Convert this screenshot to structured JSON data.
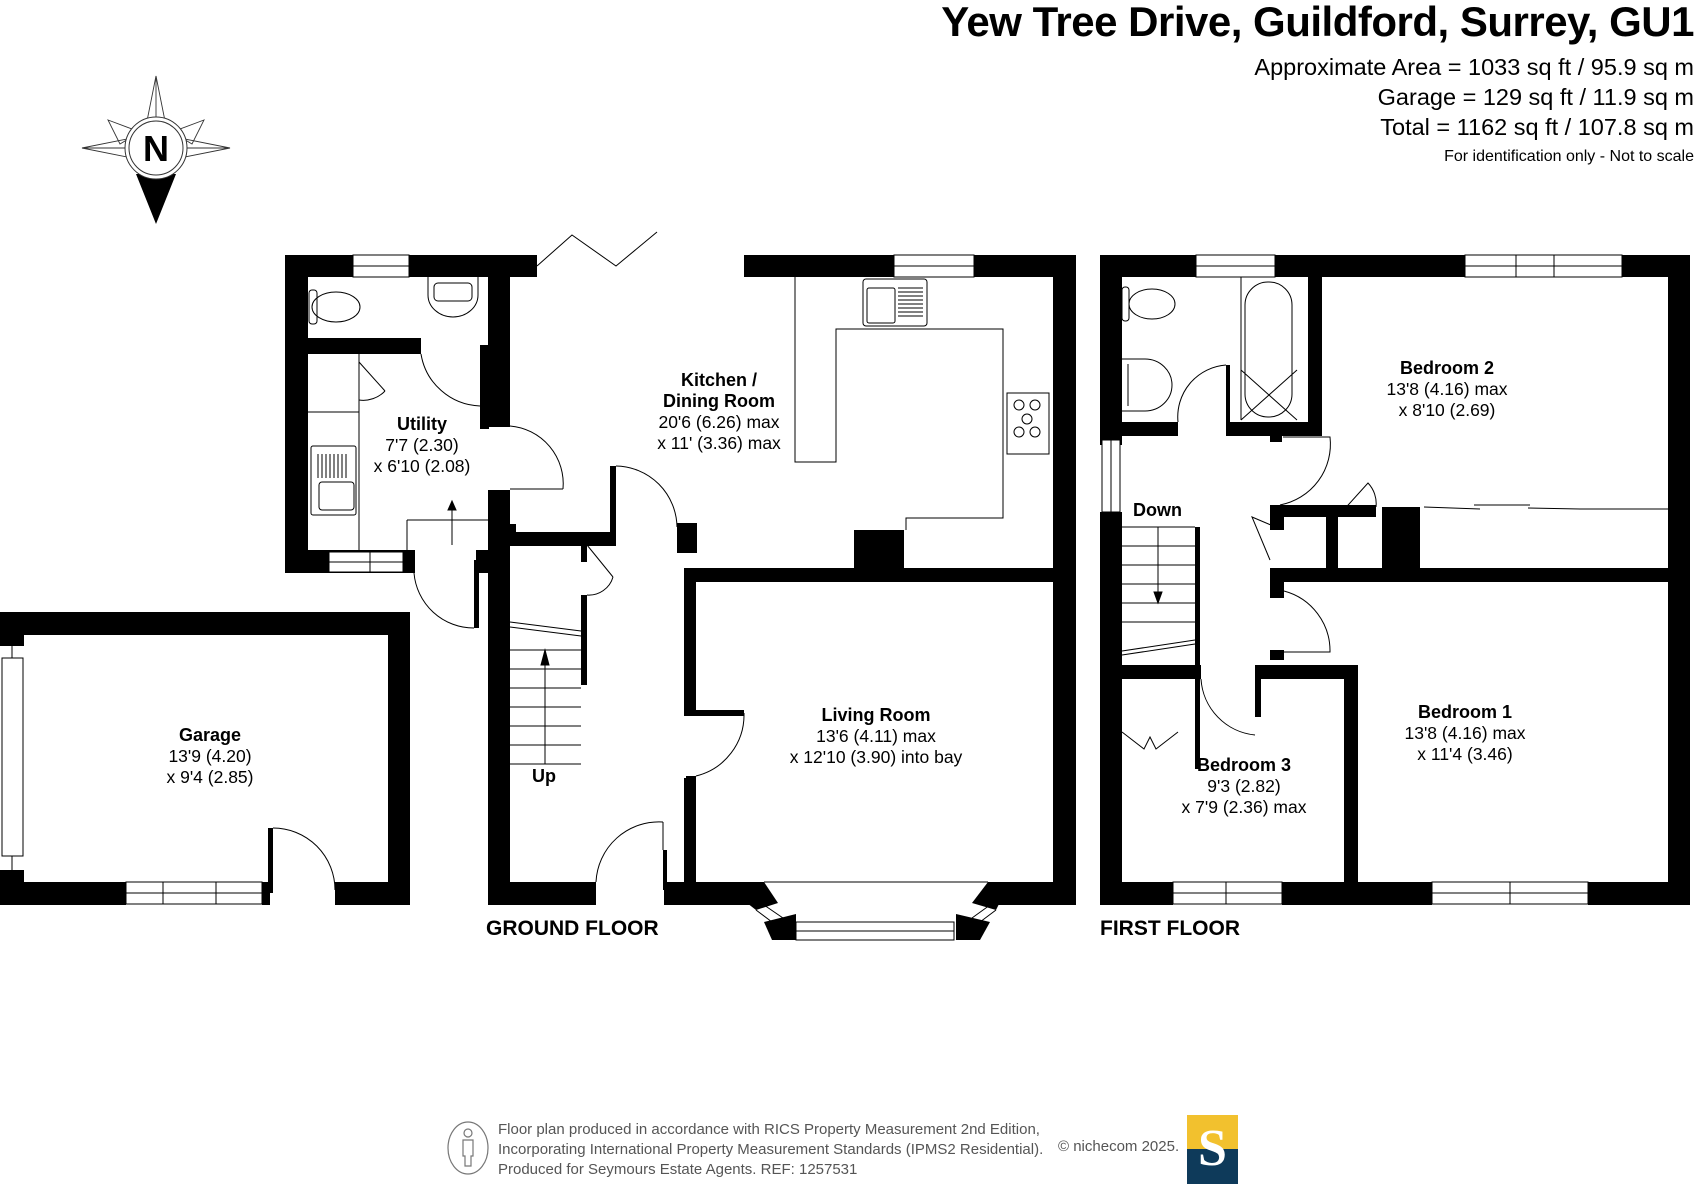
{
  "header": {
    "title": "Yew Tree Drive, Guildford, Surrey, GU1",
    "approximate_area": "Approximate Area = 1033 sq ft / 95.9 sq m",
    "garage_area": "Garage = 129 sq ft / 11.9 sq m",
    "total_area": "Total = 1162 sq ft / 107.8 sq m",
    "disclaimer": "For identification only - Not to scale"
  },
  "compass": {
    "letter": "N",
    "icon": "north-compass-icon"
  },
  "floors": {
    "ground": {
      "label": "GROUND FLOOR",
      "stairs_label": "Up",
      "rooms": [
        {
          "name": "Utility",
          "dim1": "7'7 (2.30)",
          "dim2": "x 6'10 (2.08)"
        },
        {
          "name": "Kitchen /",
          "name2": "Dining Room",
          "dim1": "20'6 (6.26) max",
          "dim2": "x 11' (3.36) max"
        },
        {
          "name": "Living Room",
          "dim1": "13'6 (4.11) max",
          "dim2": "x 12'10 (3.90) into bay"
        },
        {
          "name": "Garage",
          "dim1": "13'9 (4.20)",
          "dim2": "x 9'4 (2.85)"
        }
      ]
    },
    "first": {
      "label": "FIRST FLOOR",
      "stairs_label": "Down",
      "rooms": [
        {
          "name": "Bedroom 2",
          "dim1": "13'8 (4.16) max",
          "dim2": "x 8'10 (2.69)"
        },
        {
          "name": "Bedroom 1",
          "dim1": "13'8 (4.16) max",
          "dim2": "x 11'4 (3.46)"
        },
        {
          "name": "Bedroom 3",
          "dim1": "9'3 (2.82)",
          "dim2": "x 7'9 (2.36) max"
        }
      ]
    }
  },
  "footer": {
    "line1": "Floor plan produced in accordance with RICS Property Measurement 2nd Edition,",
    "line2": "Incorporating International Property Measurement Standards (IPMS2 Residential).",
    "line3": "Produced for Seymours Estate Agents.   REF: 1257531",
    "copyright": "© nichecom 2025.",
    "logo_letter": "S",
    "colors": {
      "logo_top": "#F2C12E",
      "logo_bottom": "#0E3A5A",
      "footer_text": "#555555"
    }
  }
}
